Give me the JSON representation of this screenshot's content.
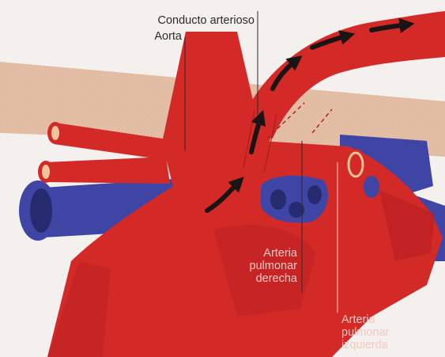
{
  "labels": {
    "ductus": "Conducto arterioso",
    "aorta": "Aorta",
    "right_pa": [
      "Arteria",
      "pulmonar",
      "derecha"
    ],
    "left_pa": [
      "Arteria",
      "pulmonar",
      "izquierda"
    ]
  },
  "colors": {
    "background": "#f4f0ee",
    "artery_red": "#d32a28",
    "artery_shade": "#b71e22",
    "vein_blue": "#3f45a4",
    "vein_dark": "#262a6e",
    "lung_band": "#e6c2ab",
    "arrow": "#1a1414",
    "vessel_ring": "#f2c49a"
  },
  "icons": [
    "blood-flow-arrow",
    "vessel-cross-section"
  ]
}
